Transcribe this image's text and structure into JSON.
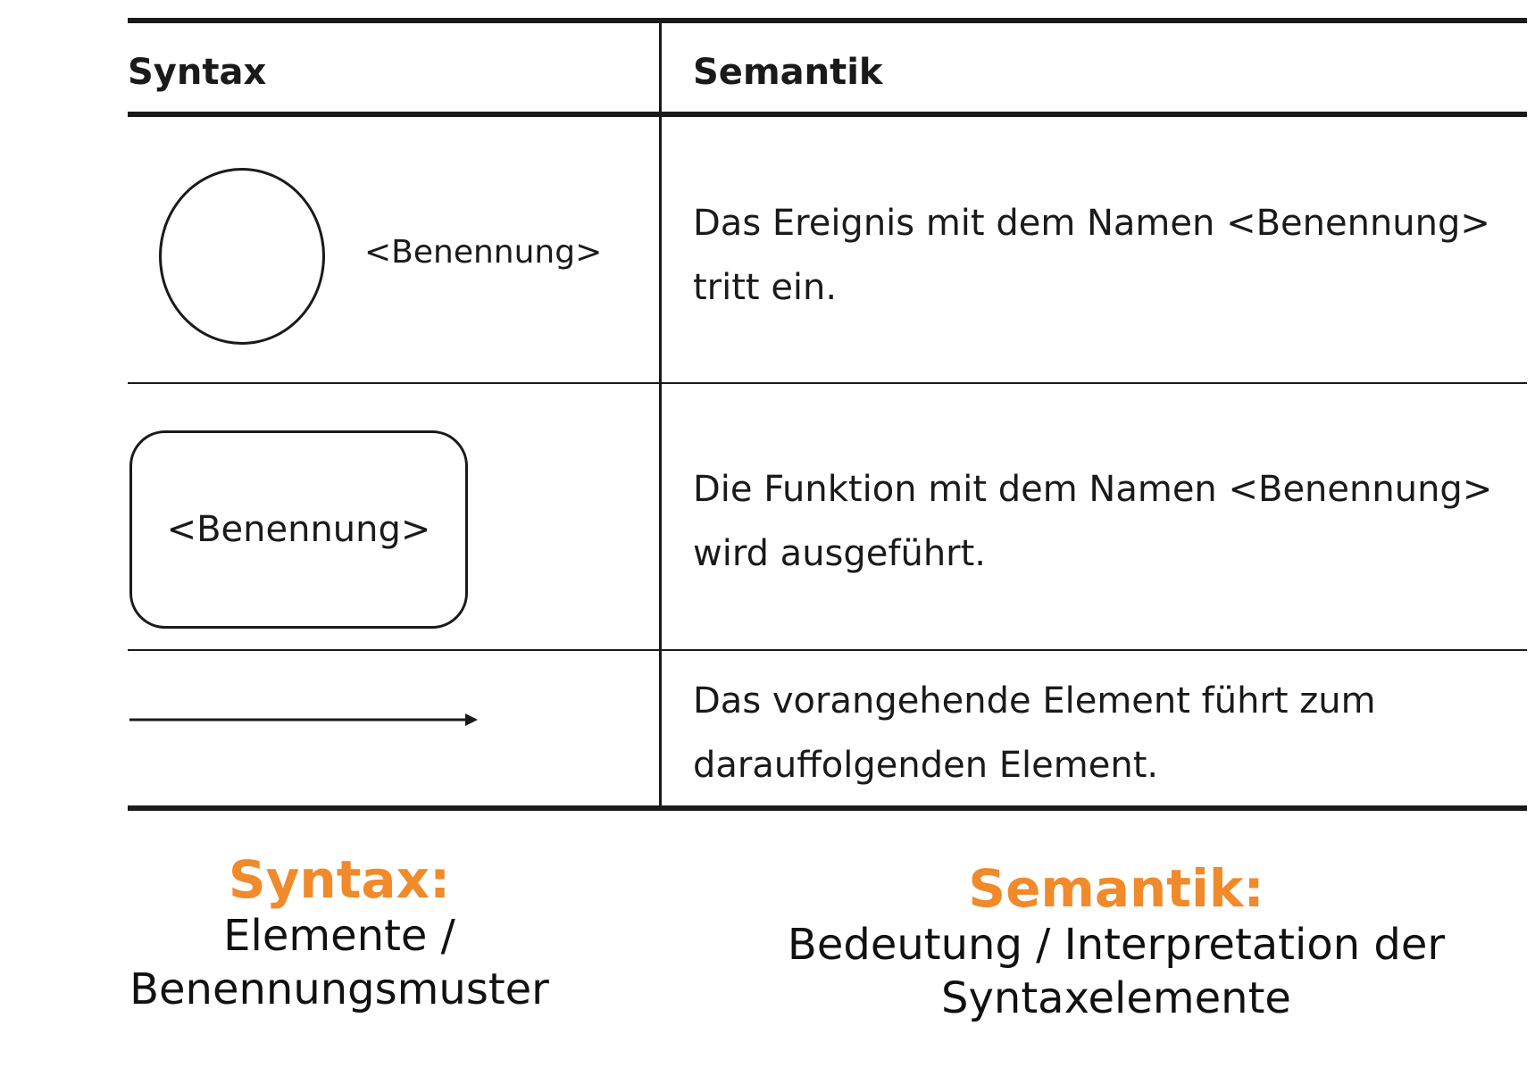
{
  "table": {
    "header": {
      "syntax": "Syntax",
      "semantik": "Semantik"
    },
    "rows": [
      {
        "shape": "event-circle",
        "syntax_label": "<Benennung>",
        "semantik_line1": "Das Ereignis mit dem Namen <Benennung>",
        "semantik_line2": "tritt ein."
      },
      {
        "shape": "function-rounded-rectangle",
        "syntax_label": "<Benennung>",
        "semantik_line1": "Die Funktion mit dem Namen <Benennung>",
        "semantik_line2": "wird ausgeführt."
      },
      {
        "shape": "arrow",
        "syntax_label": "",
        "semantik_line1": "Das vorangehende Element führt zum",
        "semantik_line2": "darauffolgenden Element."
      }
    ]
  },
  "captions": {
    "syntax": {
      "title": "Syntax:",
      "subtitle": "Elemente / Benennungsmuster"
    },
    "semantik": {
      "title": "Semantik:",
      "subtitle_line1": "Bedeutung / Interpretation der",
      "subtitle_line2": "Syntaxelemente"
    }
  },
  "colors": {
    "accent": "#f08a2a",
    "lines": "#1a1a1a"
  }
}
